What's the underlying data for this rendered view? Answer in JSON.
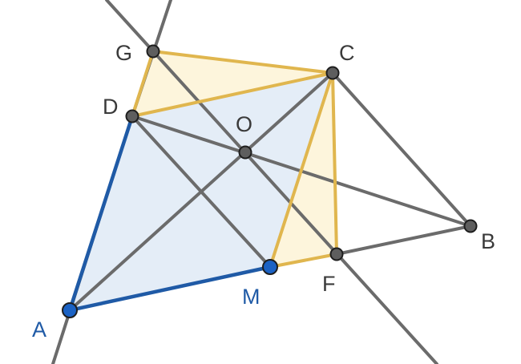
{
  "figure": {
    "colors": {
      "line": "#6b6b6b",
      "blue": "#1f5aa6",
      "gold": "#e0b64e",
      "blue_fill": "#dbe7f4",
      "gold_fill": "#fdf3d6",
      "point_dark": "#5e5e5e",
      "point_blue": "#1b62c4",
      "label_dark": "#3a3a3a",
      "label_blue": "#1f5aa6"
    },
    "points": {
      "A": "A",
      "M": "M",
      "F": "F",
      "B": "B",
      "C": "C",
      "G": "G",
      "D": "D",
      "O": "O"
    }
  }
}
